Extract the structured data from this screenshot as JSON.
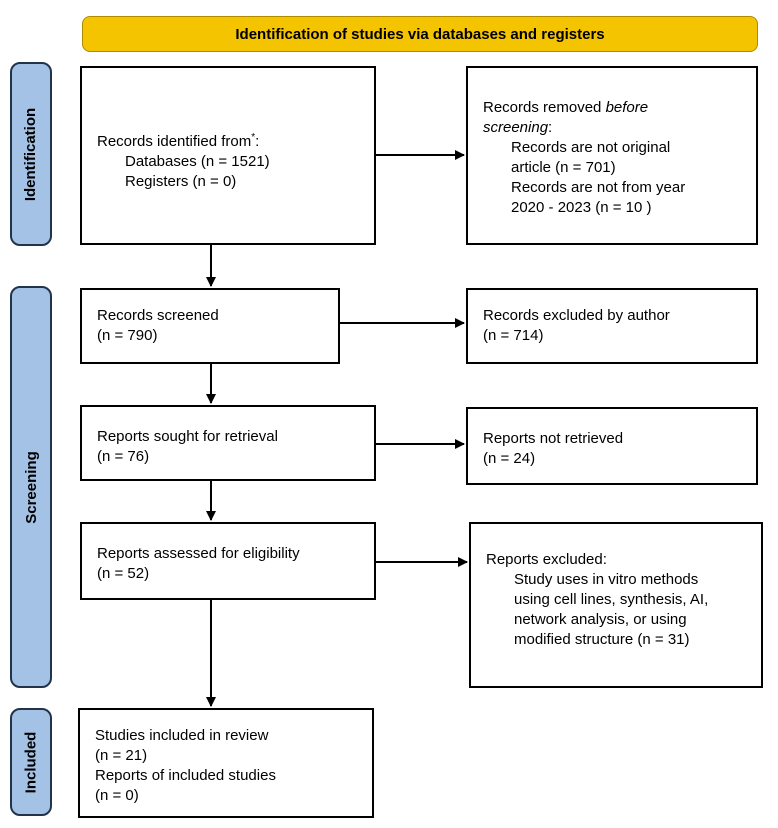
{
  "header": {
    "title": "Identification of studies via databases and registers"
  },
  "phases": {
    "identification": "Identification",
    "screening": "Screening",
    "included": "Included"
  },
  "boxes": {
    "records_identified": {
      "lead": "Records identified from",
      "mark": "*",
      "colon": ":",
      "databases": "Databases (n = 1521)",
      "registers": "Registers (n = 0)"
    },
    "records_removed": {
      "heading_a": "Records removed ",
      "heading_italic_1": "before",
      "heading_italic_2": "screening",
      "heading_b": ":",
      "lines": [
        "Records are not original",
        "article (n = 701)",
        "Records are not from year",
        "2020 - 2023 (n = 10 )"
      ]
    },
    "records_screened": {
      "label": "Records screened",
      "count": "(n = 790)"
    },
    "records_excluded": {
      "label": "Records excluded by author",
      "count": "(n = 714)"
    },
    "reports_sought": {
      "label": "Reports sought for retrieval",
      "count": "(n = 76)"
    },
    "reports_not_retrieved": {
      "label": "Reports not retrieved",
      "count": "(n = 24)"
    },
    "reports_assessed": {
      "label": "Reports assessed for eligibility",
      "count": "(n = 52)"
    },
    "reports_excluded": {
      "label": "Reports excluded:",
      "lines": [
        "Study uses in vitro methods",
        "using cell lines, synthesis, AI,",
        "network analysis, or using",
        "modified structure (n = 31)"
      ]
    },
    "studies_included": {
      "label": "Studies included in review",
      "count": "(n = 21)",
      "reports_label": "Reports of included studies",
      "reports_count": "(n = 0)"
    }
  },
  "colors": {
    "header_fill": "#f5c400",
    "phase_fill": "#a4c2e6",
    "phase_border": "#22344c"
  }
}
